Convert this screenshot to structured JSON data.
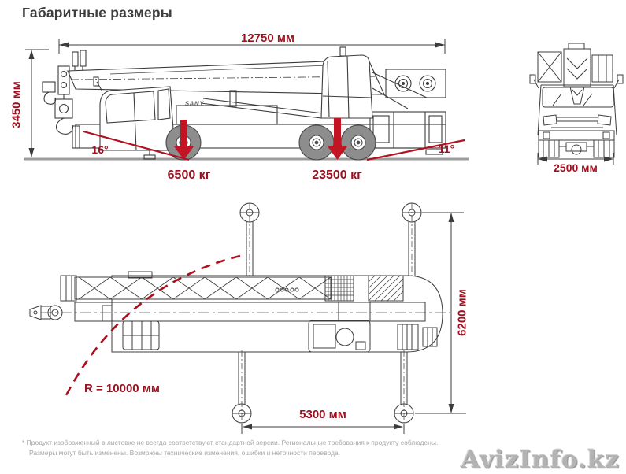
{
  "title": "Габаритные размеры",
  "brand": "SANY",
  "side_view": {
    "overall_length": "12750 мм",
    "overall_height": "3450 мм",
    "approach_angle": "16°",
    "departure_angle": "11°",
    "front_axle_load": "6500 кг",
    "rear_axle_load": "23500 кг"
  },
  "front_view": {
    "overall_width": "2500 мм"
  },
  "top_view": {
    "outrigger_span": "6200 мм",
    "outrigger_base": "5300 мм",
    "turning_radius": "R = 10000 мм"
  },
  "footnote": {
    "line1": "* Продукт изображенный в листовке не всегда соответствуют стандартной версии. Региональные требования к продукту соблюдены.",
    "line2": "Размеры могут быть изменены. Возможны технические изменения, ошибки и неточности перевода."
  },
  "watermark": "AvizInfo.kz",
  "colors": {
    "dimension_text": "#9c1220",
    "arrow_red": "#c21422",
    "drawing_line": "#3c3c3c",
    "ground_gray": "#9c9c9c",
    "footnote_gray": "#a6a6a6",
    "watermark_gray": "#b3b3b3"
  }
}
